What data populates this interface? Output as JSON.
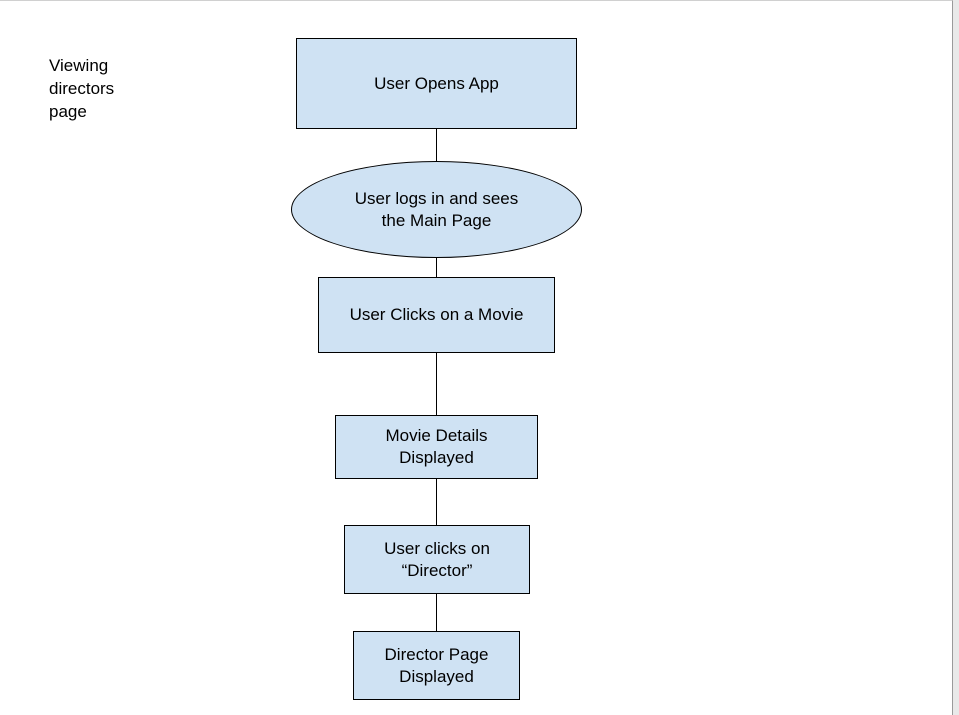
{
  "side_label": {
    "lines": [
      "Viewing",
      "directors",
      "page"
    ]
  },
  "colors": {
    "node_fill": "#cfe2f3",
    "node_border": "#000000",
    "connector": "#000000"
  },
  "nodes": [
    {
      "id": "open-app",
      "shape": "rectangle",
      "lines": [
        "User Opens App"
      ]
    },
    {
      "id": "login",
      "shape": "ellipse",
      "lines": [
        "User logs in and sees",
        "the Main Page"
      ]
    },
    {
      "id": "click-movie",
      "shape": "rectangle",
      "lines": [
        "User Clicks on a Movie"
      ]
    },
    {
      "id": "movie-details",
      "shape": "rectangle",
      "lines": [
        "Movie Details",
        "Displayed"
      ]
    },
    {
      "id": "click-director",
      "shape": "rectangle",
      "lines": [
        "User clicks on",
        "“Director”"
      ]
    },
    {
      "id": "director-page",
      "shape": "rectangle",
      "lines": [
        "Director Page",
        "Displayed"
      ]
    }
  ],
  "edges": [
    {
      "from": "open-app",
      "to": "login"
    },
    {
      "from": "login",
      "to": "click-movie"
    },
    {
      "from": "click-movie",
      "to": "movie-details"
    },
    {
      "from": "movie-details",
      "to": "click-director"
    },
    {
      "from": "click-director",
      "to": "director-page"
    }
  ]
}
